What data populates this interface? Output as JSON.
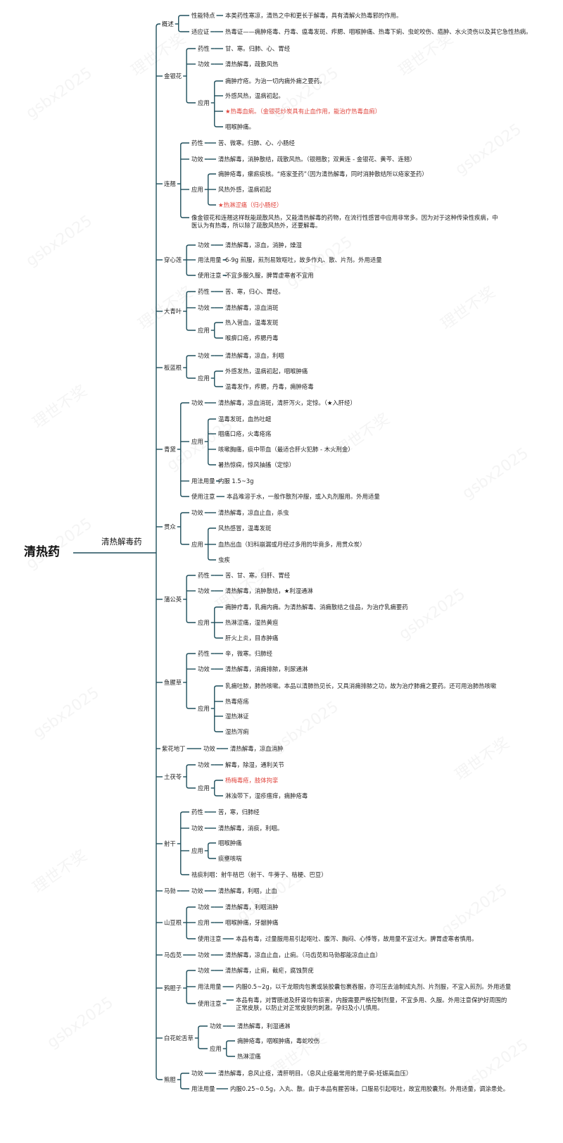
{
  "root": "清热药",
  "branch": "清热解毒药",
  "watermarks": [
    "gsbx2025",
    "理世不奖"
  ],
  "nodes": [
    {
      "id": "gs",
      "label": "概述",
      "children": [
        {
          "id": "gs1",
          "label": "性能特点",
          "children": [
            {
              "id": "gs1a",
              "label": "本类药性寒凉，清热之中和更长于解毒，具有清解火热毒邪的作用。"
            }
          ]
        },
        {
          "id": "gs2",
          "label": "适应证",
          "children": [
            {
              "id": "gs2a",
              "label": "热毒证——痈肿疮毒、丹毒、瘟毒发斑、痄腮、咽喉肿痛、热毒下痢、虫蛇咬伤、癌肿、水火烫伤以及其它急性热病。"
            }
          ]
        }
      ]
    },
    {
      "id": "jyh",
      "label": "金银花",
      "children": [
        {
          "id": "jyh1",
          "label": "药性",
          "children": [
            {
              "id": "jyh1a",
              "label": "甘、寒。归肺、心、胃经"
            }
          ]
        },
        {
          "id": "jyh2",
          "label": "功效",
          "children": [
            {
              "id": "jyh2a",
              "label": "清热解毒，疏散风热"
            }
          ]
        },
        {
          "id": "jyh3",
          "label": "应用",
          "children": [
            {
              "id": "jyh3a",
              "label": "痈肿疔疮。为治一切内痈外痈之要药。"
            },
            {
              "id": "jyh3b",
              "label": "外感风热，温病初起。"
            },
            {
              "id": "jyh3c",
              "label": "★热毒血痢。（金银花炒炭具有止血作用，能治疗热毒血痢）",
              "red": true
            },
            {
              "id": "jyh3d",
              "label": "咽喉肿痛。"
            }
          ]
        }
      ]
    },
    {
      "id": "lq",
      "label": "连翘",
      "children": [
        {
          "id": "lq1",
          "label": "药性",
          "children": [
            {
              "id": "lq1a",
              "label": "苦、微寒。归肺、心、小肠经"
            }
          ]
        },
        {
          "id": "lq2",
          "label": "功效",
          "children": [
            {
              "id": "lq2a",
              "label": "清热解毒，消肿散结，疏散风热。（银翘散；双黄连 - 金银花、黄芩、连翘）"
            }
          ]
        },
        {
          "id": "lq3",
          "label": "应用",
          "children": [
            {
              "id": "lq3a",
              "label": "痈肿疮毒，瘰疬痰核。“疮家圣药”（因为清热解毒，同时消肿散结所以疮家圣药）"
            },
            {
              "id": "lq3b",
              "label": "风热外感，温病初起"
            },
            {
              "id": "lq3c",
              "label": "★热淋涩痛（归小肠经）",
              "red": true
            }
          ]
        },
        {
          "id": "lq4",
          "label": "像金银花和连翘这样既能疏散风热，又能清热解毒的药物，在流行性感冒中应用非常多。因为对于这种传染性疾病，中医认为有热毒，所以除了疏散风热外，还要解毒。",
          "wrap": true
        }
      ]
    },
    {
      "id": "cxl",
      "label": "穿心莲",
      "children": [
        {
          "id": "cxl1",
          "label": "功效",
          "children": [
            {
              "id": "cxl1a",
              "label": "清热解毒，凉血，消肿，燥湿"
            }
          ]
        },
        {
          "id": "cxl2",
          "label": "用法用量",
          "children": [
            {
              "id": "cxl2a",
              "label": "6-9g 煎服，煎剂易致呕吐，故多作丸、散、片剂。外用适量"
            }
          ]
        },
        {
          "id": "cxl3",
          "label": "使用注意",
          "children": [
            {
              "id": "cxl3a",
              "label": "不宜多服久服，脾胃虚寒者不宜用"
            }
          ]
        }
      ]
    },
    {
      "id": "dqy",
      "label": "大青叶",
      "children": [
        {
          "id": "dqy1",
          "label": "药性",
          "children": [
            {
              "id": "dqy1a",
              "label": "苦、寒，归心、胃经。"
            }
          ]
        },
        {
          "id": "dqy2",
          "label": "功效",
          "children": [
            {
              "id": "dqy2a",
              "label": "清热解毒，凉血消斑"
            }
          ]
        },
        {
          "id": "dqy3",
          "label": "应用",
          "children": [
            {
              "id": "dqy3a",
              "label": "热入营血，温毒发斑"
            },
            {
              "id": "dqy3b",
              "label": "喉痹口疮，痄腮丹毒"
            }
          ]
        }
      ]
    },
    {
      "id": "blg",
      "label": "板蓝根",
      "children": [
        {
          "id": "blg1",
          "label": "功效",
          "children": [
            {
              "id": "blg1a",
              "label": "清热解毒，凉血，利咽"
            }
          ]
        },
        {
          "id": "blg2",
          "label": "应用",
          "children": [
            {
              "id": "blg2a",
              "label": "外感发热，温病初起，咽喉肿痛"
            },
            {
              "id": "blg2b",
              "label": "温毒发作，痄腮，丹毒，痈肿疮毒"
            }
          ]
        }
      ]
    },
    {
      "id": "qd",
      "label": "青黛",
      "children": [
        {
          "id": "qd1",
          "label": "功效",
          "children": [
            {
              "id": "qd1a",
              "label": "清热解毒，凉血消斑，清肝泻火，定惊。（★入肝经）"
            }
          ]
        },
        {
          "id": "qd2",
          "label": "应用",
          "children": [
            {
              "id": "qd2a",
              "label": "温毒发斑，血热吐衄"
            },
            {
              "id": "qd2b",
              "label": "咽痛口疮，火毒疮疡"
            },
            {
              "id": "qd2c",
              "label": "咳嗽胸痛，痰中带血（最适合肝火犯肺 - 木火刑金）"
            },
            {
              "id": "qd2d",
              "label": "暑热惊痫，惊风抽搐（定惊）"
            }
          ]
        },
        {
          "id": "qd3",
          "label": "用法用量",
          "children": [
            {
              "id": "qd3a",
              "label": "内服 1.5~3g"
            }
          ]
        },
        {
          "id": "qd4",
          "label": "使用注意",
          "children": [
            {
              "id": "qd4a",
              "label": "本品难溶于水，一般作散剂冲服，或入丸剂服用。外用适量"
            }
          ]
        }
      ]
    },
    {
      "id": "gz",
      "label": "贯众",
      "children": [
        {
          "id": "gz1",
          "label": "功效",
          "children": [
            {
              "id": "gz1a",
              "label": "清热解毒，凉血止血，杀虫"
            }
          ]
        },
        {
          "id": "gz2",
          "label": "应用",
          "children": [
            {
              "id": "gz2a",
              "label": "风热感冒，温毒发斑"
            },
            {
              "id": "gz2b",
              "label": "血热出血（妇科崩漏或月经过多用的毕竟多，用贯众炭）"
            },
            {
              "id": "gz2c",
              "label": "虫疾"
            }
          ]
        }
      ]
    },
    {
      "id": "pgy",
      "label": "蒲公英",
      "children": [
        {
          "id": "pgy1",
          "label": "药性",
          "children": [
            {
              "id": "pgy1a",
              "label": "苦、甘、寒。归肝、胃经"
            }
          ]
        },
        {
          "id": "pgy2",
          "label": "功效",
          "children": [
            {
              "id": "pgy2a",
              "label": "清热解毒，消肿散结，★利湿通淋"
            }
          ]
        },
        {
          "id": "pgy3",
          "label": "应用",
          "children": [
            {
              "id": "pgy3a",
              "label": "痈肿疔毒，乳痈内痈。为清热解毒、消痈散结之佳品，为治疗乳痈要药"
            },
            {
              "id": "pgy3b",
              "label": "热淋涩痛，湿热黄疸"
            },
            {
              "id": "pgy3c",
              "label": "肝火上炎，目赤肿痛"
            }
          ]
        }
      ]
    },
    {
      "id": "yxc",
      "label": "鱼腥草",
      "children": [
        {
          "id": "yxc1",
          "label": "药性",
          "children": [
            {
              "id": "yxc1a",
              "label": "辛，微寒。归肺经"
            }
          ]
        },
        {
          "id": "yxc2",
          "label": "功效",
          "children": [
            {
              "id": "yxc2a",
              "label": "清热解毒，消痈排脓，利尿通淋"
            }
          ]
        },
        {
          "id": "yxc3",
          "label": "应用",
          "children": [
            {
              "id": "yxc3a",
              "label": "乳痈吐脓，肺热咳嗽。本品以清肺热见长，又具消痈排脓之功，故为治疗肺痈之要药。还可用治肺热咳嗽",
              "wrap": true
            },
            {
              "id": "yxc3b",
              "label": "热毒疮疡"
            },
            {
              "id": "yxc3c",
              "label": "湿热淋证"
            },
            {
              "id": "yxc3d",
              "label": "湿热泻痢"
            }
          ]
        }
      ]
    },
    {
      "id": "zhdd",
      "label": "紫花地丁",
      "children": [
        {
          "id": "zhdd1",
          "label": "功效",
          "children": [
            {
              "id": "zhdd1a",
              "label": "清热解毒，凉血消肿"
            }
          ]
        }
      ]
    },
    {
      "id": "tfl",
      "label": "土茯苓",
      "children": [
        {
          "id": "tfl1",
          "label": "功效",
          "children": [
            {
              "id": "tfl1a",
              "label": "解毒，除湿，通利关节"
            }
          ]
        },
        {
          "id": "tfl2",
          "label": "应用",
          "children": [
            {
              "id": "tfl2a",
              "label": "杨梅毒疮，肢体拘挛",
              "red": true
            },
            {
              "id": "tfl2b",
              "label": "淋浊带下，湿疹瘙痒，痈肿疮毒"
            }
          ]
        }
      ]
    },
    {
      "id": "sg",
      "label": "射干",
      "children": [
        {
          "id": "sg1",
          "label": "药性",
          "children": [
            {
              "id": "sg1a",
              "label": "苦，寒，归肺经"
            }
          ]
        },
        {
          "id": "sg2",
          "label": "功效",
          "children": [
            {
              "id": "sg2a",
              "label": "清热解毒，消痰，利咽。"
            }
          ]
        },
        {
          "id": "sg3",
          "label": "应用",
          "children": [
            {
              "id": "sg3a",
              "label": "咽喉肿痛"
            },
            {
              "id": "sg3b",
              "label": "痰壅咳喘"
            }
          ]
        },
        {
          "id": "sg4",
          "label": "祛痰利咽：射牛桔巴（射干、牛蒡子、桔梗、巴豆）"
        }
      ]
    },
    {
      "id": "mb",
      "label": "马勃",
      "children": [
        {
          "id": "mb1",
          "label": "功效",
          "children": [
            {
              "id": "mb1a",
              "label": "清热解毒，利咽，止血"
            }
          ]
        }
      ]
    },
    {
      "id": "sdg",
      "label": "山豆根",
      "children": [
        {
          "id": "sdg1",
          "label": "功效",
          "children": [
            {
              "id": "sdg1a",
              "label": "清热解毒，利咽消肿"
            }
          ]
        },
        {
          "id": "sdg2",
          "label": "应用",
          "children": [
            {
              "id": "sdg2a",
              "label": "咽喉肿痛，牙龈肿痛"
            }
          ]
        },
        {
          "id": "sdg3",
          "label": "使用注意",
          "children": [
            {
              "id": "sdg3a",
              "label": "本品有毒，过量服用易引起呕吐、腹泻、胸闷、心悸等，故用量不宜过大。脾胃虚寒者慎用。"
            }
          ]
        }
      ]
    },
    {
      "id": "mcx",
      "label": "马齿苋",
      "children": [
        {
          "id": "mcx1",
          "label": "功效",
          "children": [
            {
              "id": "mcx1a",
              "label": "清热解毒，凉血止血，止痢。（马齿苋和马勃都能凉血止血）"
            }
          ]
        }
      ]
    },
    {
      "id": "ydz",
      "label": "鸦胆子",
      "children": [
        {
          "id": "ydz1",
          "label": "功效",
          "children": [
            {
              "id": "ydz1a",
              "label": "清热解毒，止痢，截疟，腐蚀赘疣"
            }
          ]
        },
        {
          "id": "ydz2",
          "label": "用法用量",
          "children": [
            {
              "id": "ydz2a",
              "label": "内服0.5~2g，以干龙眼肉包裹或装胶囊包裹吞服，亦可压去油制成丸剂、片剂服，不宜入煎剂。外用适量"
            }
          ]
        },
        {
          "id": "ydz3",
          "label": "使用注意",
          "children": [
            {
              "id": "ydz3a",
              "label": "本品有毒，对胃肠道及肝肾均有损害，内服需要严格控制剂量，不宜多用、久服。外用注意保护好周围的正常皮肤，以防止对正常皮肤的刺激。孕妇及小儿慎用。",
              "wrap": true
            }
          ]
        }
      ]
    },
    {
      "id": "bhsc",
      "label": "白花蛇舌草",
      "children": [
        {
          "id": "bhsc1",
          "label": "功效",
          "children": [
            {
              "id": "bhsc1a",
              "label": "清热解毒，利湿通淋"
            }
          ]
        },
        {
          "id": "bhsc2",
          "label": "应用",
          "children": [
            {
              "id": "bhsc2a",
              "label": "痈肿疮毒，咽喉肿痛，毒蛇咬伤"
            },
            {
              "id": "bhsc2b",
              "label": "热淋涩痛"
            }
          ]
        }
      ]
    },
    {
      "id": "xd",
      "label": "熊胆",
      "children": [
        {
          "id": "xd1",
          "label": "功效",
          "children": [
            {
              "id": "xd1a",
              "label": "清热解毒，息风止痉，清肝明目。（息风止痉最常用的是子痫-妊娠高血压）"
            }
          ]
        },
        {
          "id": "xd2",
          "label": "用法用量",
          "children": [
            {
              "id": "xd2a",
              "label": "内服0.25~0.5g，入丸、散。由于本品有腥苦味，口服易引起呕吐，故宜用胶囊剂。外用适量，调涂患处。"
            }
          ]
        }
      ]
    }
  ]
}
